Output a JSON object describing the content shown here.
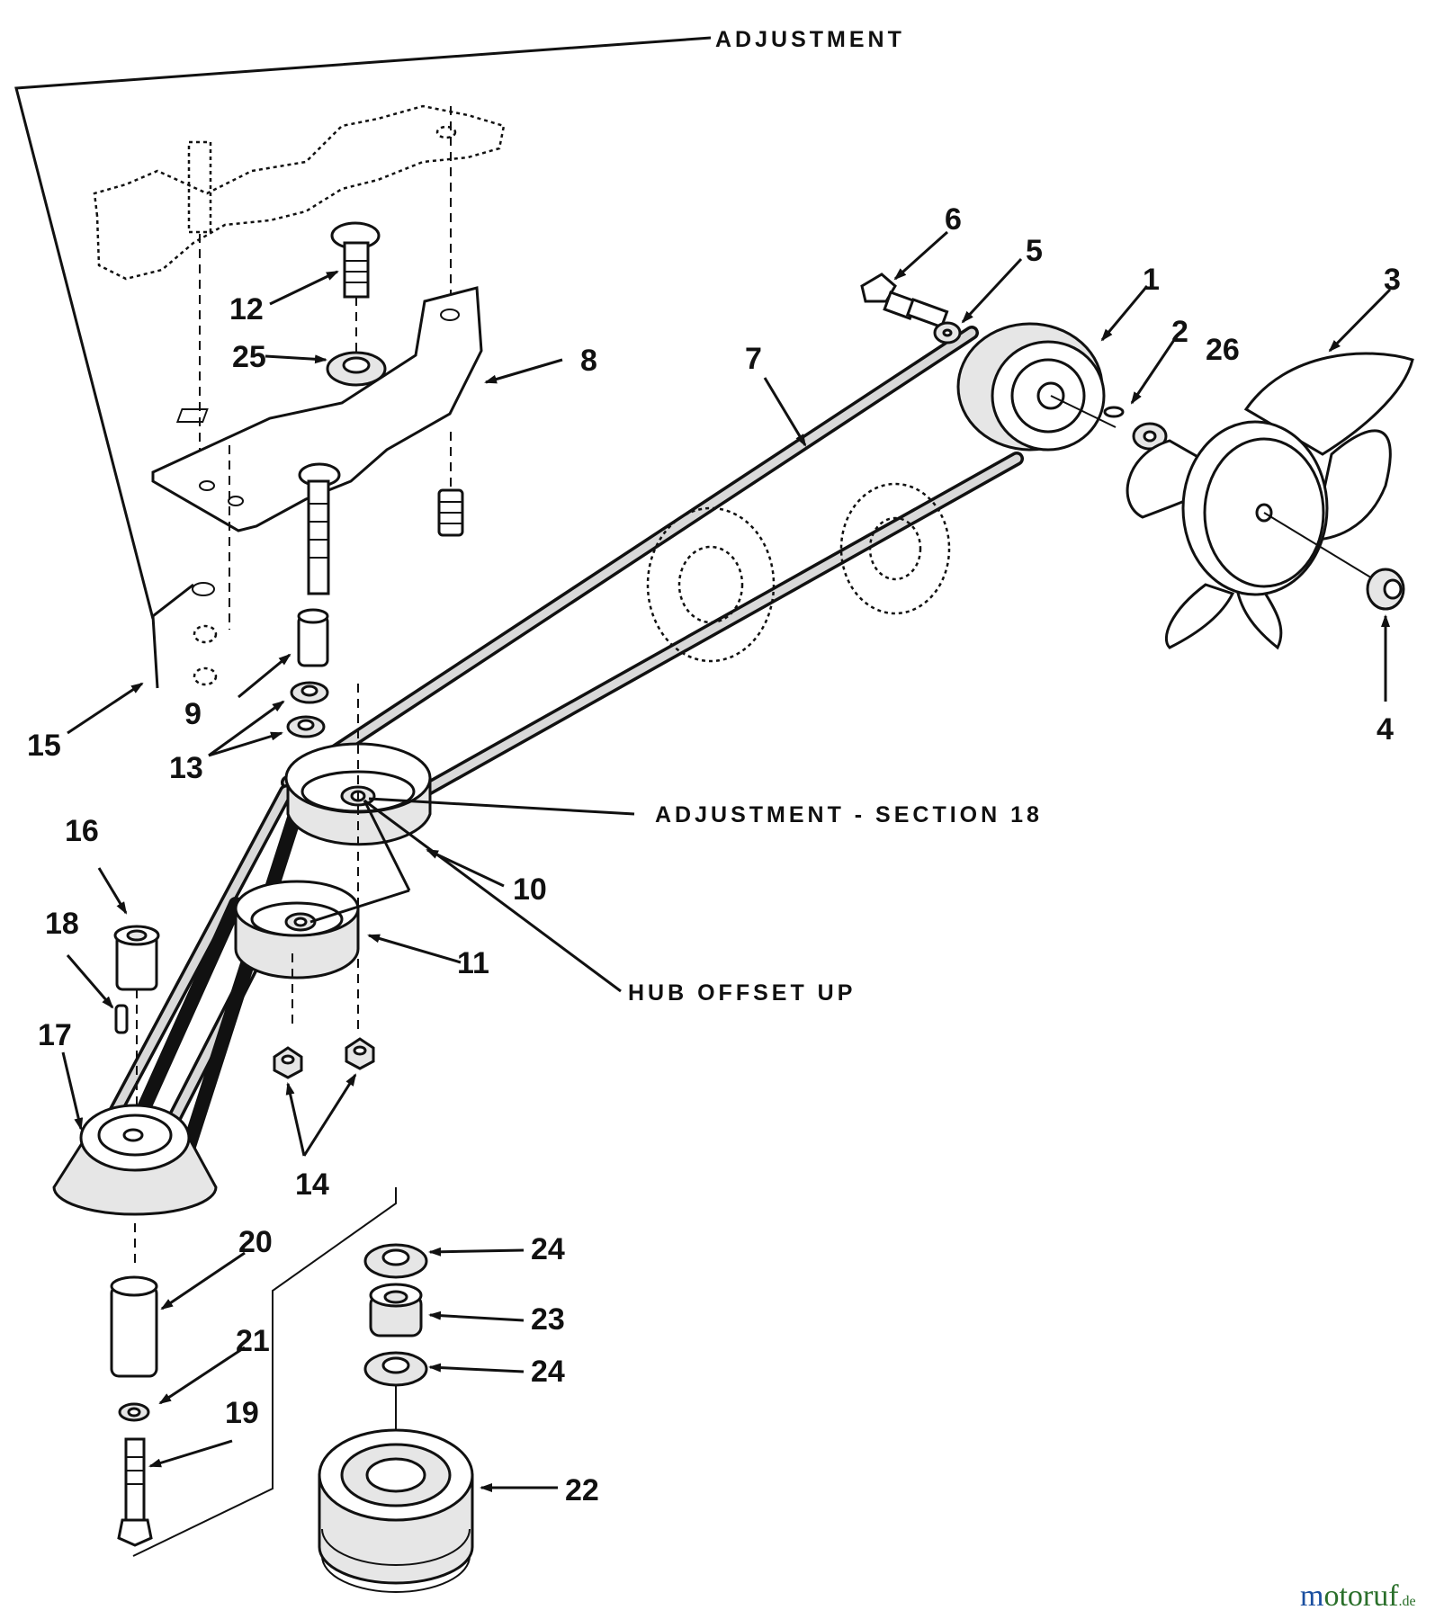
{
  "notes": {
    "adjustment": "ADJUSTMENT",
    "adjustment_section": "ADJUSTMENT - SECTION 18",
    "hub_offset": "HUB OFFSET UP"
  },
  "callouts": [
    "1",
    "2",
    "3",
    "4",
    "5",
    "6",
    "7",
    "8",
    "9",
    "10",
    "11",
    "12",
    "13",
    "14",
    "15",
    "16",
    "17",
    "18",
    "19",
    "20",
    "21",
    "22",
    "23",
    "24",
    "24",
    "25",
    "26"
  ],
  "watermark": {
    "main": "motoruf",
    "suffix": ".de",
    "color_m": "#1a4fa0",
    "color_rest": "#2a6f2a"
  }
}
